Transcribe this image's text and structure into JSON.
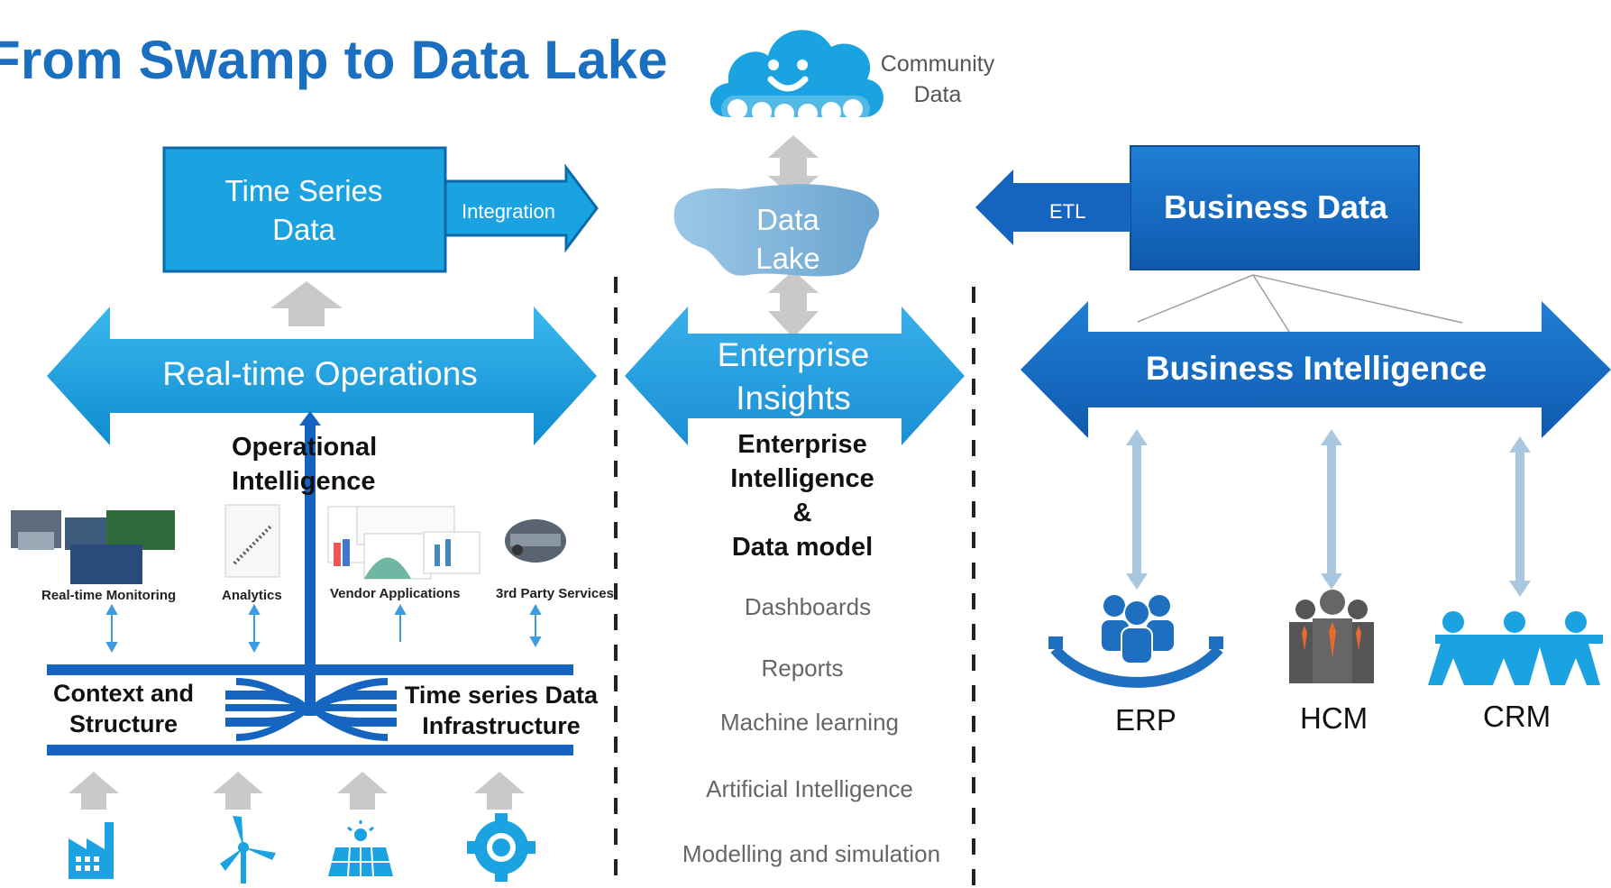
{
  "title": "From Swamp to Data Lake",
  "community": {
    "line1": "Community",
    "line2": "Data"
  },
  "time_series": {
    "line1": "Time Series",
    "line2": "Data"
  },
  "integration_label": "Integration",
  "data_lake": {
    "line1": "Data",
    "line2": "Lake"
  },
  "etl_label": "ETL",
  "business_data": "Business Data",
  "realtime_operations": "Real-time Operations",
  "enterprise_insights": {
    "line1": "Enterprise",
    "line2": "Insights"
  },
  "business_intelligence": "Business Intelligence",
  "operational_intelligence": {
    "line1": "Operational",
    "line2": "Intelligence"
  },
  "enterprise_intelligence": {
    "line1": "Enterprise",
    "line2": "Intelligence",
    "line3": "&",
    "line4": "Data model"
  },
  "enterprise_list": [
    "Dashboards",
    "Reports",
    "Machine learning",
    "Artificial Intelligence",
    "Modelling and simulation"
  ],
  "left_items": [
    "Real-time Monitoring",
    "Analytics",
    "Vendor  Applications",
    "3rd Party Services"
  ],
  "context_structure": {
    "line1": "Context and",
    "line2": "Structure"
  },
  "ts_infrastructure": {
    "line1": "Time series Data",
    "line2": "Infrastructure"
  },
  "systems": [
    "ERP",
    "HCM",
    "CRM"
  ],
  "colors": {
    "title": "#1a6fc0",
    "light_blue": "#1aa3e0",
    "mid_blue": "#1f8fd6",
    "dark_blue": "#1565c0",
    "grey": "#bdbdbd"
  },
  "icons": [
    "cloud-icon",
    "factory-icon",
    "wind-turbine-icon",
    "solar-panel-icon",
    "gear-icon",
    "people-gear-icon",
    "business-people-icon",
    "paper-people-icon"
  ]
}
